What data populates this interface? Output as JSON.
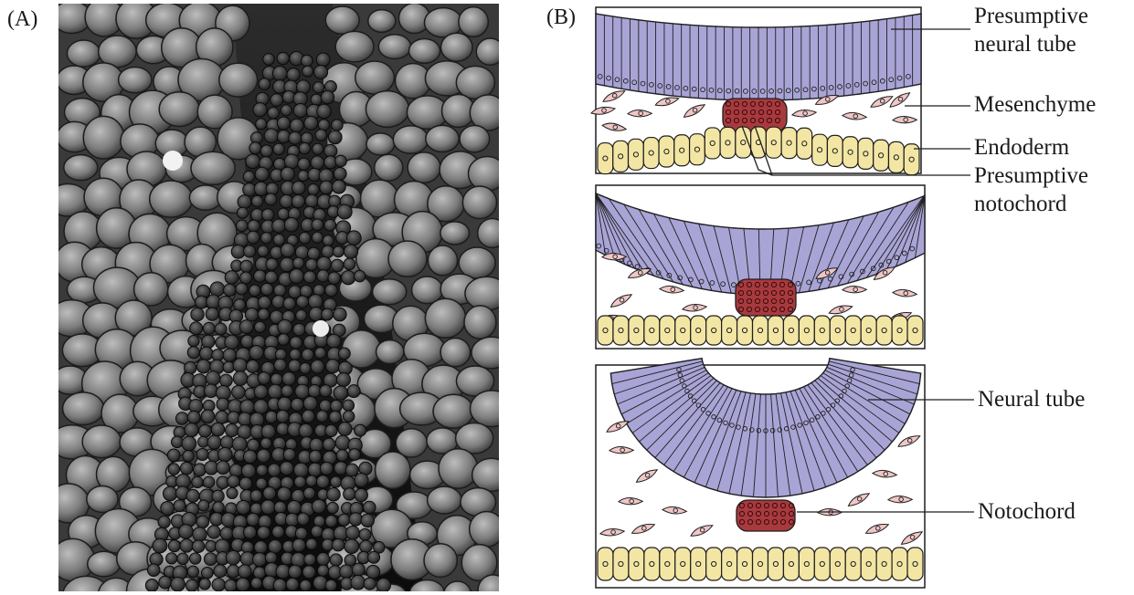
{
  "panels": {
    "a_label": "(A)",
    "b_label": "(B)"
  },
  "labels": {
    "presumptive_neural_tube": [
      "Presumptive",
      "neural tube"
    ],
    "mesenchyme": "Mesenchyme",
    "endoderm": "Endoderm",
    "presumptive_notochord": [
      "Presumptive",
      "notochord"
    ],
    "neural_tube": "Neural tube",
    "notochord": "Notochord"
  },
  "colors": {
    "neural": "#a9a4d6",
    "mesenchyme": "#f0c6c6",
    "notochord": "#a83a3e",
    "endoderm": "#f3e6a4",
    "outline": "#1f1f1f"
  }
}
